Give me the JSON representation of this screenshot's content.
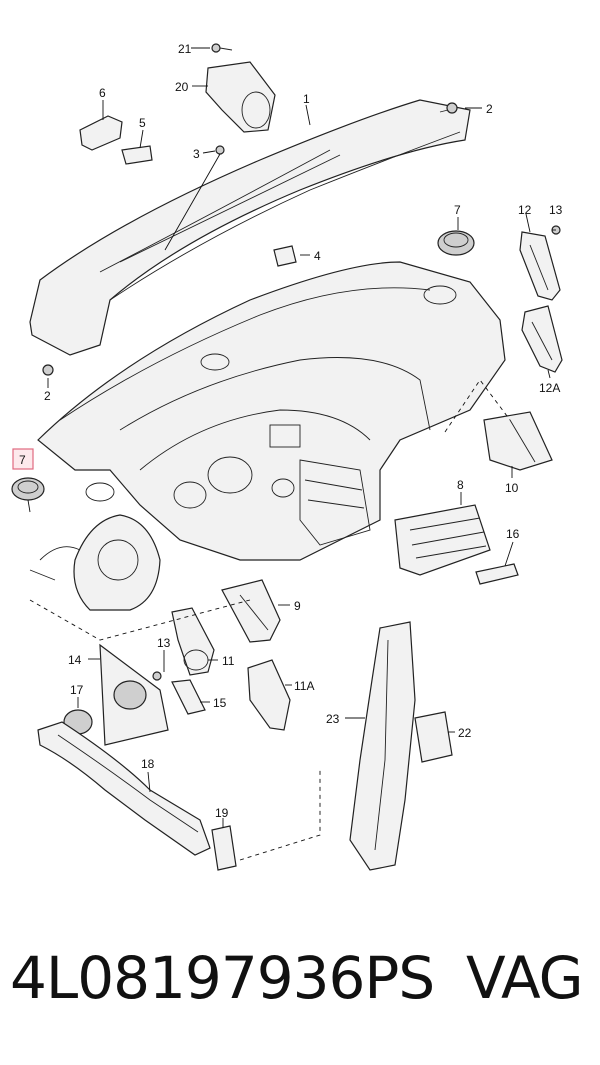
{
  "callouts": [
    {
      "id": "c21",
      "text": "21"
    },
    {
      "id": "c20",
      "text": "20"
    },
    {
      "id": "c6",
      "text": "6"
    },
    {
      "id": "c5",
      "text": "5"
    },
    {
      "id": "c3",
      "text": "3"
    },
    {
      "id": "c1",
      "text": "1"
    },
    {
      "id": "c2a",
      "text": "2"
    },
    {
      "id": "c4",
      "text": "4"
    },
    {
      "id": "c7a",
      "text": "7"
    },
    {
      "id": "c12",
      "text": "12"
    },
    {
      "id": "c13a",
      "text": "13"
    },
    {
      "id": "c2b",
      "text": "2"
    },
    {
      "id": "c12A",
      "text": "12A"
    },
    {
      "id": "c7b",
      "text": "7"
    },
    {
      "id": "c10",
      "text": "10"
    },
    {
      "id": "c8",
      "text": "8"
    },
    {
      "id": "c16",
      "text": "16"
    },
    {
      "id": "c9",
      "text": "9"
    },
    {
      "id": "c13b",
      "text": "13"
    },
    {
      "id": "c14",
      "text": "14"
    },
    {
      "id": "c11",
      "text": "11"
    },
    {
      "id": "c11A",
      "text": "11A"
    },
    {
      "id": "c17",
      "text": "17"
    },
    {
      "id": "c15",
      "text": "15"
    },
    {
      "id": "c23",
      "text": "23"
    },
    {
      "id": "c22",
      "text": "22"
    },
    {
      "id": "c18",
      "text": "18"
    },
    {
      "id": "c19",
      "text": "19"
    }
  ],
  "footer": {
    "part_number": "4L08197936PS",
    "brand": "VAG"
  }
}
